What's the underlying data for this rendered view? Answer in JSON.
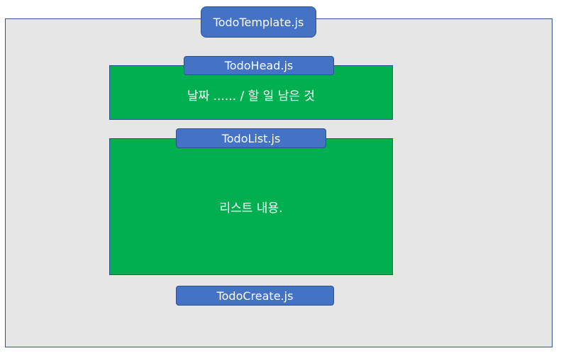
{
  "components": {
    "template": {
      "label": "TodoTemplate.js"
    },
    "head": {
      "label": "TodoHead.js",
      "content": "날짜 ......  / 할 일 남은 것"
    },
    "list": {
      "label": "TodoList.js",
      "content": "리스트 내용."
    },
    "create": {
      "label": "TodoCreate.js"
    }
  },
  "colors": {
    "frame_fill": "#e7e6e6",
    "border": "#2f528f",
    "component_fill": "#00b050",
    "label_fill": "#4472c4",
    "text": "#ffffff"
  }
}
